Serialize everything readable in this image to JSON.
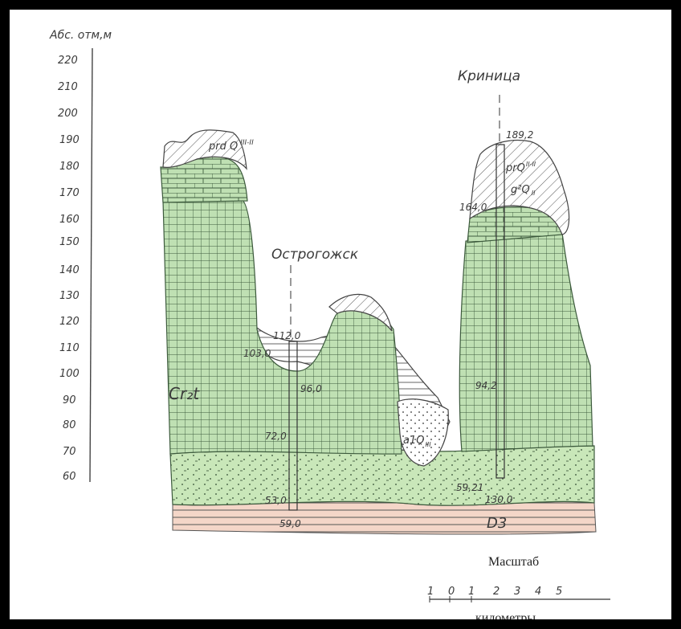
{
  "axis": {
    "title": "Абс. отм,м",
    "ticks": [
      "220",
      "210",
      "200",
      "190",
      "180",
      "170",
      "160",
      "150",
      "140",
      "130",
      "120",
      "110",
      "100",
      "90",
      "80",
      "70",
      "60"
    ]
  },
  "places": {
    "left": "Острогожск",
    "right": "Криница"
  },
  "labels": {
    "prd": "prd Q",
    "prd_sup": "III-II",
    "prq_top": "prQ",
    "prq_sup": "II-II",
    "gq": "g²Q",
    "gq_sub": "II",
    "crt": "Cr₂t",
    "alq": "a1Q",
    "alq_sub": "III",
    "d3": "D3"
  },
  "wells": {
    "left": {
      "top": "112,0",
      "a": "103,0",
      "b": "96,0",
      "c": "72,0",
      "d": "53,0",
      "bottom": "59,0"
    },
    "right": {
      "top": "189,2",
      "a": "164,0",
      "b": "94,2",
      "c": "59,21",
      "d": "130,0"
    }
  },
  "scale": {
    "title": "Масштаб",
    "numbers": [
      "1",
      "0",
      "1",
      "2",
      "3",
      "4",
      "5"
    ],
    "unit": "километры"
  },
  "colors": {
    "chalk_green": "#bfe0b3",
    "sand_green": "#c9e7b9",
    "devon_pink": "#f4d6c8",
    "grid_line": "#3c5a3c",
    "ink": "#333333"
  }
}
